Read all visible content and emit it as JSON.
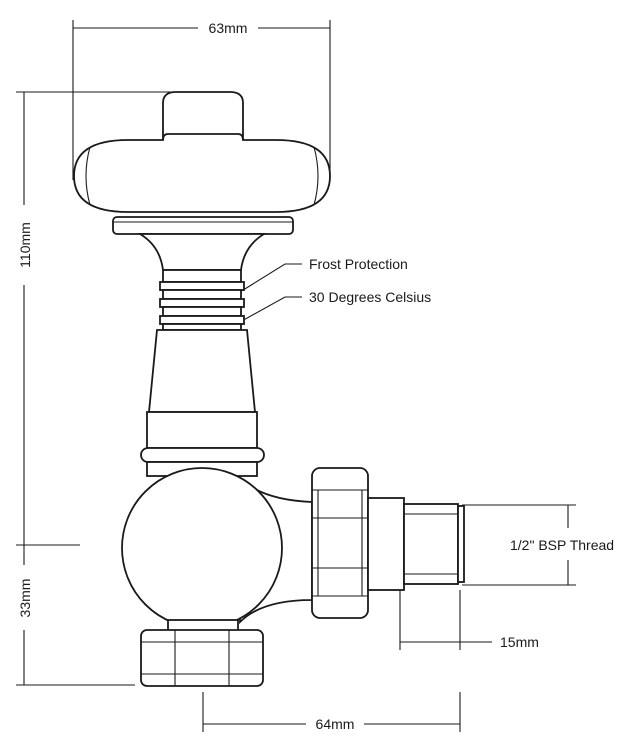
{
  "dimensions": {
    "width_top": "63mm",
    "height_total": "110mm",
    "height_lower": "33mm",
    "width_bottom": "64mm",
    "pipe_size": "15mm",
    "thread": "1/2\" BSP Thread"
  },
  "callouts": {
    "frost": "Frost Protection",
    "temperature": "30 Degrees Celsius"
  },
  "colors": {
    "line": "#1a1a1a",
    "background": "#ffffff"
  }
}
